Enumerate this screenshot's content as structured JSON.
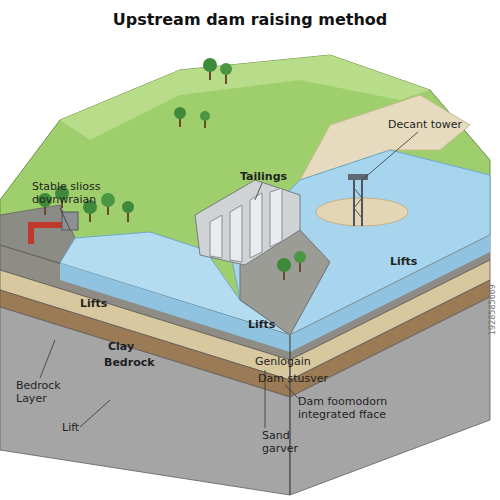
{
  "diagram": {
    "title": "Upstream dam raising method",
    "labels": [
      "Stable slioss dovnwraian",
      "Decant tower",
      "Tailings",
      "Lifts",
      "Lifts",
      "Lifts",
      "Clay",
      "Bedrock",
      "Genlogain",
      "Dam stusver",
      "Bedrock Layer",
      "Dam foomodorn integrated fface",
      "Lift",
      "Sand garver",
      "1928585669"
    ]
  }
}
